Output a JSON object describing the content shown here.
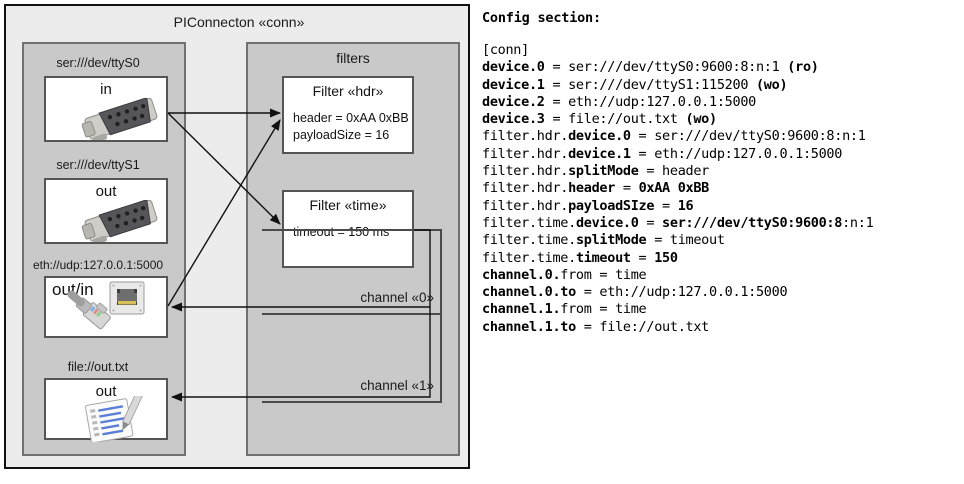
{
  "diagram": {
    "outer_title": "PIConnecton «conn»",
    "devices_group": {
      "items": [
        {
          "label": "ser:///dev/ttyS0",
          "direction": "in",
          "icon": "serial-port-icon",
          "layout": "center"
        },
        {
          "label": "ser:///dev/ttyS1",
          "direction": "out",
          "icon": "serial-port-icon",
          "layout": "center"
        },
        {
          "label": "eth://udp:127.0.0.1:5000",
          "direction": "out/in",
          "icon": "network-jack-icon",
          "layout": "left"
        },
        {
          "label": "file://out.txt",
          "direction": "out",
          "icon": "file-document-icon",
          "layout": "center"
        }
      ]
    },
    "filters_group": {
      "title": "filters",
      "filters": [
        {
          "title": "Filter «hdr»",
          "attrs": "header = 0xAA 0xBB\npayloadSize = 16"
        },
        {
          "title": "Filter «time»",
          "attrs": "timeout = 150 ms"
        }
      ],
      "channels": [
        {
          "label": "channel «0»"
        },
        {
          "label": "channel «1»"
        }
      ]
    }
  },
  "config": {
    "heading": "Config section:",
    "lines": [
      [
        {
          "t": "[conn]",
          "b": false
        }
      ],
      [
        {
          "t": "device.0",
          "b": true
        },
        {
          "t": " = ser:///dev/ttyS0:9600:8:n:1 ",
          "b": false
        },
        {
          "t": "(ro)",
          "b": true
        }
      ],
      [
        {
          "t": "device.1",
          "b": true
        },
        {
          "t": " = ser:///dev/ttyS1:115200 ",
          "b": false
        },
        {
          "t": "(wo)",
          "b": true
        }
      ],
      [
        {
          "t": "device.2",
          "b": true
        },
        {
          "t": " = eth://udp:127.0.0.1:5000",
          "b": false
        }
      ],
      [
        {
          "t": "device.3",
          "b": true
        },
        {
          "t": " = file://out.txt ",
          "b": false
        },
        {
          "t": "(wo)",
          "b": true
        }
      ],
      [
        {
          "t": "filter.hdr.",
          "b": false
        },
        {
          "t": "device.0",
          "b": true
        },
        {
          "t": " = ser:///dev/ttyS0:9600:8:n:1",
          "b": false
        }
      ],
      [
        {
          "t": "filter.hdr.",
          "b": false
        },
        {
          "t": "device.1",
          "b": true
        },
        {
          "t": " = eth://udp:127.0.0.1:5000",
          "b": false
        }
      ],
      [
        {
          "t": "filter.hdr.",
          "b": false
        },
        {
          "t": "splitMode",
          "b": true
        },
        {
          "t": " = header",
          "b": false
        }
      ],
      [
        {
          "t": "filter.hdr.",
          "b": false
        },
        {
          "t": "header",
          "b": true
        },
        {
          "t": " = ",
          "b": false
        },
        {
          "t": "0xAA 0xBB",
          "b": true
        }
      ],
      [
        {
          "t": "filter.hdr.",
          "b": false
        },
        {
          "t": "payloadSIze",
          "b": true
        },
        {
          "t": " = ",
          "b": false
        },
        {
          "t": "16",
          "b": true
        }
      ],
      [
        {
          "t": "filter.time.",
          "b": false
        },
        {
          "t": "device.0",
          "b": true
        },
        {
          "t": " = ",
          "b": false
        },
        {
          "t": "ser:///dev/ttyS0:9600:8",
          "b": true
        },
        {
          "t": ":n:1",
          "b": false
        }
      ],
      [
        {
          "t": "filter.time.",
          "b": false
        },
        {
          "t": "splitMode",
          "b": true
        },
        {
          "t": " = timeout",
          "b": false
        }
      ],
      [
        {
          "t": "filter.time.",
          "b": false
        },
        {
          "t": "timeout",
          "b": true
        },
        {
          "t": " = ",
          "b": false
        },
        {
          "t": "150",
          "b": true
        }
      ],
      [
        {
          "t": "channel.0.",
          "b": true
        },
        {
          "t": "from = time",
          "b": false
        }
      ],
      [
        {
          "t": "channel.0.to",
          "b": true
        },
        {
          "t": " = eth://udp:127.0.0.1:5000",
          "b": false
        }
      ],
      [
        {
          "t": "channel.1.",
          "b": true
        },
        {
          "t": "from = time",
          "b": false
        }
      ],
      [
        {
          "t": "channel.1.to",
          "b": true
        },
        {
          "t": " = file://out.txt",
          "b": false
        }
      ]
    ]
  },
  "colors": {
    "outer_bg": "#ececec",
    "compartment_bg": "#c9c9c9",
    "card_bg": "#ffffff",
    "border_dark": "#111111",
    "border_mid": "#707070",
    "text": "#1a1a1a"
  }
}
